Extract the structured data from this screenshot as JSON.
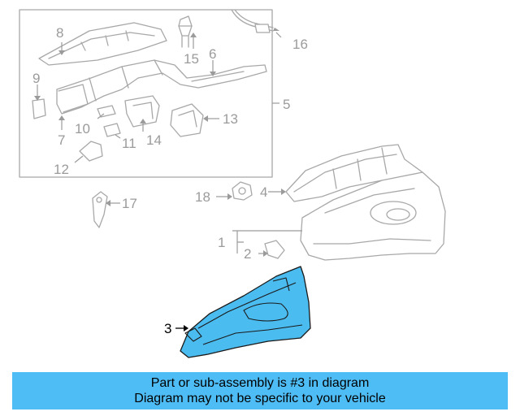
{
  "diagram": {
    "callouts": {
      "c1": "1",
      "c2": "2",
      "c3": "3",
      "c4": "4",
      "c5": "5",
      "c6": "6",
      "c7": "7",
      "c8": "8",
      "c9": "9",
      "c10": "10",
      "c11": "11",
      "c12": "12",
      "c13": "13",
      "c14": "14",
      "c15": "15",
      "c16": "16",
      "c17": "17",
      "c18": "18"
    },
    "highlighted_part": "3",
    "highlight_color": "#4bbcf0"
  },
  "banner": {
    "line1": "Part or sub-assembly is #3 in diagram",
    "line2": "Diagram may not be specific to your vehicle",
    "background": "#4fbdf5"
  }
}
